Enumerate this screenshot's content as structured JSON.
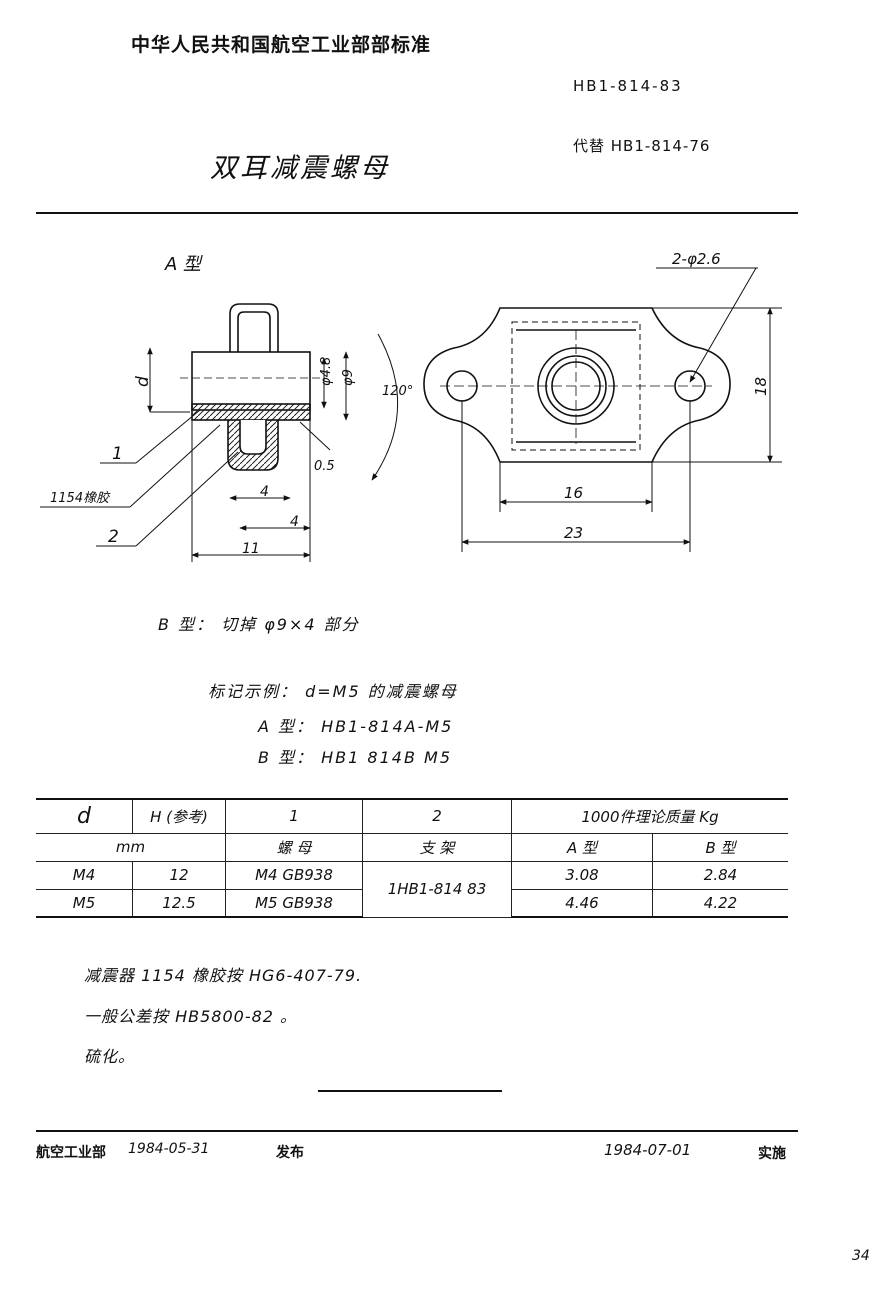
{
  "header": {
    "org": "中华人民共和国航空工业部部标准",
    "code": "HB1-814-83",
    "replaces": "代替 HB1-814-76",
    "title": "双耳减震螺母"
  },
  "drawing": {
    "type_a": "A 型",
    "dims": {
      "holes": "2-φ2.6",
      "d": "d",
      "phi48": "φ4.8",
      "phi9": "φ9",
      "angle": "120°",
      "h18": "18",
      "t05": "0.5",
      "w4a": "4",
      "w4b": "4",
      "w11": "11",
      "w16": "16",
      "w23": "23"
    },
    "callouts": {
      "c1": "1",
      "rubber": "1154橡胶",
      "c2": "2"
    }
  },
  "type_b": "B 型： 切掉 φ9×4 部分",
  "marking": {
    "intro": "标记示例： d=M5 的减震螺母",
    "a": "A 型： HB1-814A-M5",
    "b": "B 型： HB1 814B M5"
  },
  "table": {
    "h_d": "d",
    "h_H": "H (参考)",
    "h_1": "1",
    "h_2": "2",
    "h_mass": "1000件理论质量 Kg",
    "unit": "mm",
    "sub_nut": "螺 母",
    "sub_bracket": "支 架",
    "sub_a": "A 型",
    "sub_b": "B 型",
    "bracket_code": "1HB1-814 83",
    "rows": [
      {
        "d": "M4",
        "H": "12",
        "nut": "M4 GB938",
        "a": "3.08",
        "b": "2.84"
      },
      {
        "d": "M5",
        "H": "12.5",
        "nut": "M5 GB938",
        "a": "4.46",
        "b": "4.22"
      }
    ]
  },
  "notes": [
    "减震器 1154 橡胶按 HG6-407-79.",
    "一般公差按 HB5800-82 。",
    "硫化。"
  ],
  "footer": {
    "issuer": "航空工业部",
    "issue_date": "1984-05-31",
    "issue_word": "发布",
    "effective_date": "1984-07-01",
    "effective_word": "实施"
  },
  "page_number": "34"
}
